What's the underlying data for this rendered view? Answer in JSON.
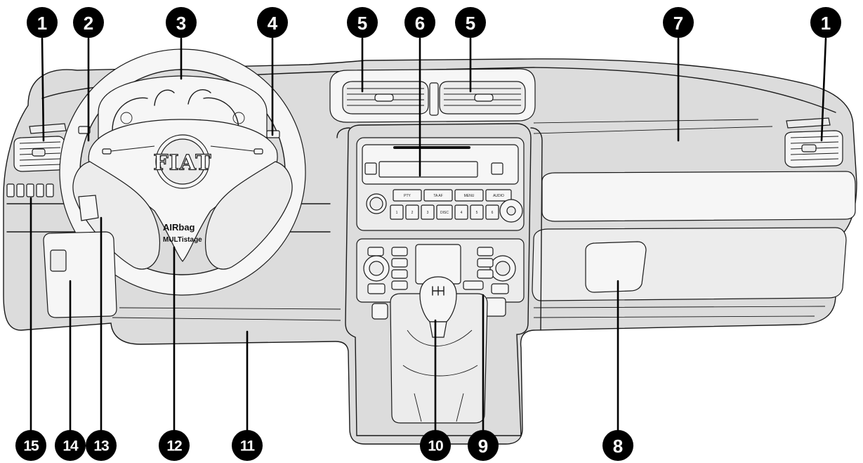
{
  "diagram": {
    "callouts": [
      {
        "id": "left-side-vent",
        "label": "1"
      },
      {
        "id": "lighting-stalk",
        "label": "2"
      },
      {
        "id": "instrument-panel",
        "label": "3"
      },
      {
        "id": "wiper-stalk",
        "label": "4"
      },
      {
        "id": "central-vent-left",
        "label": "5"
      },
      {
        "id": "radio",
        "label": "6"
      },
      {
        "id": "passenger-airbag",
        "label": "7"
      },
      {
        "id": "central-vent-right",
        "label": "5"
      },
      {
        "id": "right-side-vent",
        "label": "1"
      },
      {
        "id": "glove-box",
        "label": "8"
      },
      {
        "id": "climate-controls",
        "label": "9"
      },
      {
        "id": "gear-lever",
        "label": "10"
      },
      {
        "id": "knee-panel",
        "label": "11"
      },
      {
        "id": "driver-airbag",
        "label": "12"
      },
      {
        "id": "cruise-control-lever",
        "label": "13"
      },
      {
        "id": "fuse-box-lid",
        "label": "14"
      },
      {
        "id": "switch-panel",
        "label": "15"
      }
    ],
    "steering_wheel": {
      "logo_text": "FIAT",
      "airbag_text": "AIRbag",
      "multistage_text": "MULTistage"
    },
    "radio_buttons": [
      "PTY",
      "TA AF",
      "MENU",
      "AUDIO",
      "1",
      "2",
      "3",
      "DISC",
      "4",
      "5",
      "6"
    ],
    "colors": {
      "callout_fill": "#000000",
      "callout_text": "#ffffff",
      "panel_fill": "#dcdcdc",
      "line": "#1a1a1a"
    }
  }
}
